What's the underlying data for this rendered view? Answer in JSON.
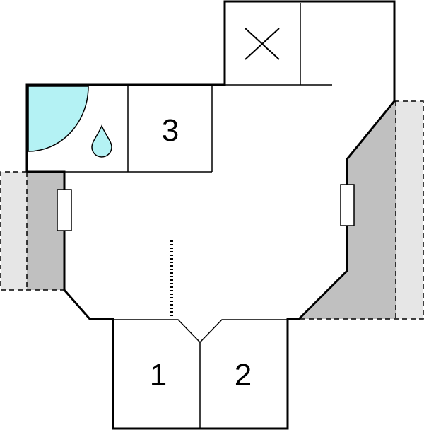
{
  "floor_plan": {
    "rooms": [
      {
        "id": "bedroom-1",
        "label": "1"
      },
      {
        "id": "bedroom-2",
        "label": "2"
      },
      {
        "id": "bedroom-3",
        "label": "3"
      }
    ],
    "icons": {
      "bathroom": "water-drop-icon",
      "shower": "shower-quarter-circle",
      "kitchen": "cross-symbol"
    },
    "colors": {
      "wall": "#000000",
      "terrace_dark": "#c0c0c0",
      "terrace_light": "#e6e6e6",
      "water": "#b4f2f4",
      "background": "#ffffff"
    }
  }
}
